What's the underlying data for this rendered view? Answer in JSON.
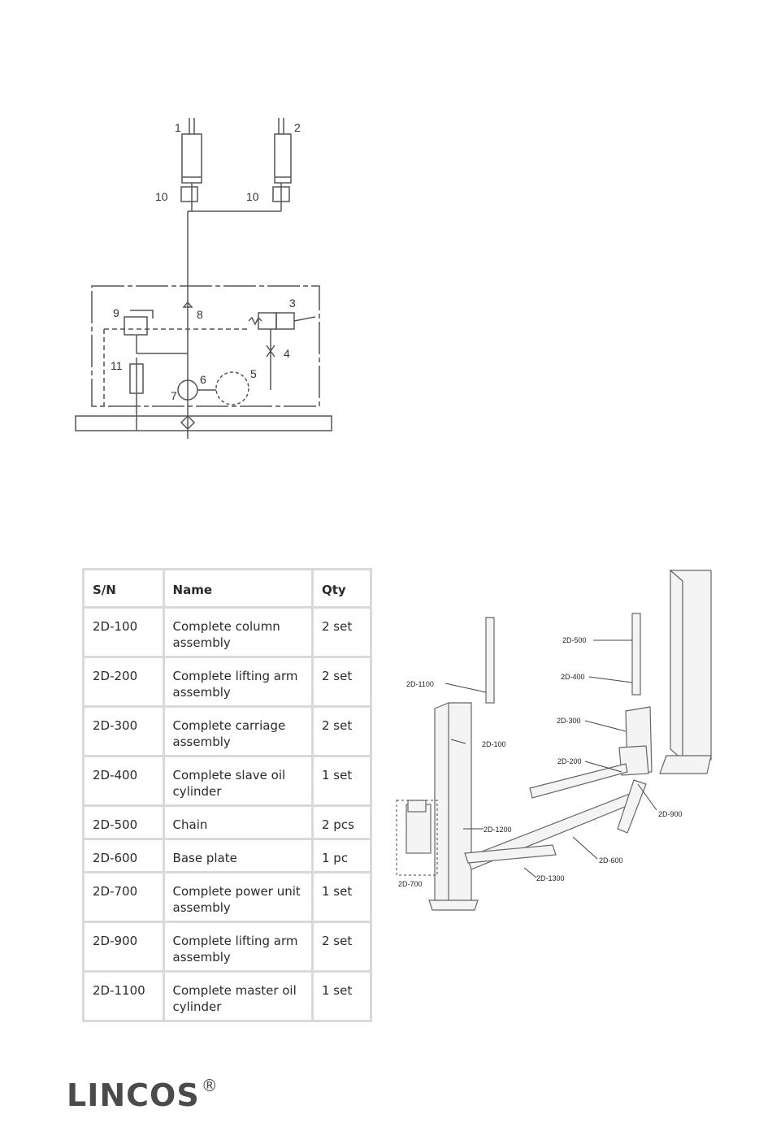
{
  "schematic": {
    "labels": [
      "1",
      "2",
      "10",
      "10",
      "3",
      "9",
      "8",
      "4",
      "11",
      "6",
      "5",
      "7"
    ]
  },
  "parts_table": {
    "headers": [
      "S/N",
      "Name",
      "Qty"
    ],
    "rows": [
      {
        "sn": "2D-100",
        "name": "Complete column assembly",
        "qty": "2 set"
      },
      {
        "sn": "2D-200",
        "name": "Complete lifting arm assembly",
        "qty": "2 set"
      },
      {
        "sn": "2D-300",
        "name": "Complete carriage assembly",
        "qty": "2 set"
      },
      {
        "sn": "2D-400",
        "name": "Complete slave oil cylinder",
        "qty": "1 set"
      },
      {
        "sn": "2D-500",
        "name": "Chain",
        "qty": "2 pcs"
      },
      {
        "sn": "2D-600",
        "name": "Base plate",
        "qty": "1 pc"
      },
      {
        "sn": "2D-700",
        "name": "Complete power unit assembly",
        "qty": "1 set"
      },
      {
        "sn": "2D-900",
        "name": "Complete lifting arm assembly",
        "qty": "2 set"
      },
      {
        "sn": "2D-1100",
        "name": "Complete master oil cylinder",
        "qty": "1 set"
      }
    ]
  },
  "exploded_labels": [
    "2D-500",
    "2D-400",
    "2D-1100",
    "2D-300",
    "2D-100",
    "2D-200",
    "2D-900",
    "2D-1200",
    "2D-600",
    "2D-700",
    "2D-1300"
  ],
  "footer": {
    "brand": "LINCOS",
    "registered": "®"
  }
}
